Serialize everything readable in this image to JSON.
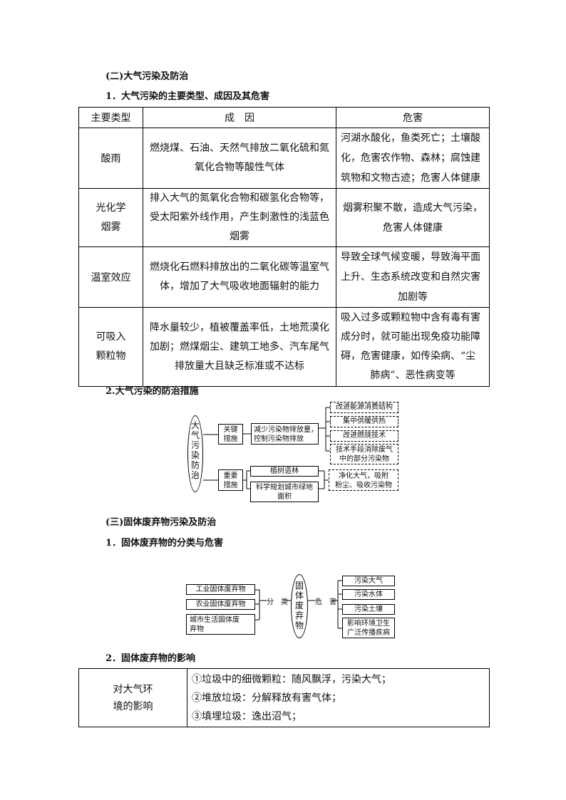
{
  "section2": {
    "heading": "(二)大气污染及防治",
    "sub1": "1．大气污染的主要类型、成因及其危害",
    "table": {
      "headers": [
        "主要类型",
        "成　因",
        "危害"
      ],
      "rows": [
        {
          "type": [
            "酸雨"
          ],
          "cause": [
            "燃烧煤、石油、天然气排放二氧化硫和氮",
            "氧化合物等酸性气体"
          ],
          "harm": [
            "河湖水酸化，鱼类死亡；土壤酸",
            "化，危害农作物、森林；腐蚀建",
            "筑物和文物古迹；危害人体健康"
          ]
        },
        {
          "type": [
            "光化学",
            "烟雾"
          ],
          "cause": [
            "排入大气的氮氧化合物和碳氢化合物等，",
            "受太阳紫外线作用，产生刺激性的浅蓝色",
            "烟雾"
          ],
          "harm": [
            "烟雾积聚不散，造成大气污染，",
            "危害人体健康"
          ]
        },
        {
          "type": [
            "温室效应"
          ],
          "cause": [
            "燃烧化石燃料排放出的二氧化碳等温室气",
            "体，增加了大气吸收地面辐射的能力"
          ],
          "harm": [
            "导致全球气候变暖，导致海平面",
            "上升、生态系统改变和自然灾害",
            "加剧等"
          ]
        },
        {
          "type": [
            "可吸入",
            "颗粒物"
          ],
          "cause": [
            "降水量较少，植被覆盖率低，土地荒漠化",
            "加剧；燃煤烟尘、建筑工地多、汽车尾气",
            "排放量大且缺乏标准或不达标"
          ],
          "harm": [
            "吸入过多或颗粒物中含有毒有害",
            "成分时，就可能出现免疫功能障",
            "碍，危害健康，如传染病、“尘",
            "肺病”、恶性病变等"
          ]
        }
      ]
    },
    "sub2": "2.大气污染的防治措施",
    "diagram": {
      "root": [
        "大",
        "气",
        "污",
        "染",
        "防",
        "治"
      ],
      "key": [
        "关键",
        "措施"
      ],
      "key_mid": [
        "减少污染物排放量，",
        "控制污染物排放"
      ],
      "key_leaves": [
        [
          "改进能源消费结构"
        ],
        [
          "集中供暖供热"
        ],
        [
          "改进燃烧技术"
        ],
        [
          "技术手段消除废气",
          "中的部分污染物"
        ]
      ],
      "imp": [
        "重要",
        "措施"
      ],
      "imp_mid1": [
        "植树造林"
      ],
      "imp_mid2": [
        "科学规划城市绿地",
        "面积"
      ],
      "imp_leaf": [
        "净化大气，吸附",
        "粉尘、吸收污染物"
      ]
    }
  },
  "section3": {
    "heading": "(三)固体废弃物污染及防治",
    "sub1": "1．固体废弃物的分类与危害",
    "diagram": {
      "sources": [
        [
          "工业固体废弃物"
        ],
        [
          "农业固体废弃物"
        ],
        [
          "城市生活固体废",
          "弃物"
        ]
      ],
      "classify": "分　类",
      "center": [
        "固",
        "体",
        "废",
        "弃",
        "物"
      ],
      "harm": "危　害",
      "harms": [
        [
          "污染大气"
        ],
        [
          "污染水体"
        ],
        [
          "污染土壤"
        ],
        [
          "影响环境卫生",
          "广泛传播疾病"
        ]
      ]
    },
    "sub2": "2．固体废弃物的影响",
    "table": {
      "label": [
        "对大气环",
        "境的影响"
      ],
      "lines": [
        "①垃圾中的细微颗粒：随风飘浮，污染大气；",
        "②堆放垃圾：分解释放有害气体；",
        "③填埋垃圾：逸出沼气；"
      ]
    }
  }
}
